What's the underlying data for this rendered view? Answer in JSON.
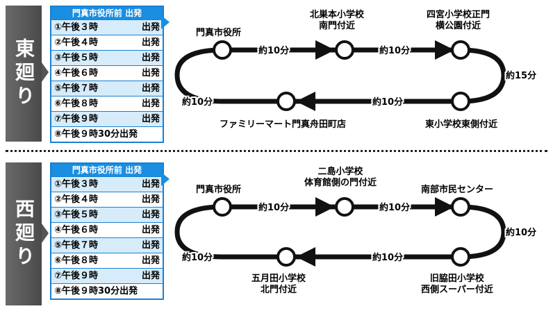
{
  "east": {
    "name": "東廻り",
    "schedule_title": "門真市役所前 出発",
    "departures": [
      {
        "time": "①午後３時",
        "suffix": "出発"
      },
      {
        "time": "②午後４時",
        "suffix": "出発"
      },
      {
        "time": "③午後５時",
        "suffix": "出発"
      },
      {
        "time": "④午後６時",
        "suffix": "出発"
      },
      {
        "time": "⑤午後７時",
        "suffix": "出発"
      },
      {
        "time": "⑥午後８時",
        "suffix": "出発"
      },
      {
        "time": "⑦午後９時",
        "suffix": "出発"
      },
      {
        "time": "⑧午後９時30分出発",
        "suffix": ""
      }
    ],
    "stops": {
      "s1": "門真市役所",
      "s2_line1": "北巣本小学校",
      "s2_line2": "南門付近",
      "s3_line1": "四宮小学校正門",
      "s3_line2": "横公園付近",
      "s4": "東小学校東側付近",
      "s5": "ファミリーマート門真舟田町店"
    },
    "times": {
      "t12": "約10分",
      "t23": "約10分",
      "t34": "約15分",
      "t45": "約10分",
      "t51": "約10分"
    }
  },
  "west": {
    "name": "西廻り",
    "schedule_title": "門真市役所前 出発",
    "departures": [
      {
        "time": "①午後３時",
        "suffix": "出発"
      },
      {
        "time": "②午後４時",
        "suffix": "出発"
      },
      {
        "time": "③午後５時",
        "suffix": "出発"
      },
      {
        "time": "④午後６時",
        "suffix": "出発"
      },
      {
        "time": "⑤午後７時",
        "suffix": "出発"
      },
      {
        "time": "⑥午後８時",
        "suffix": "出発"
      },
      {
        "time": "⑦午後９時",
        "suffix": "出発"
      },
      {
        "time": "⑧午後９時30分出発",
        "suffix": ""
      }
    ],
    "stops": {
      "s1": "門真市役所",
      "s2_line1": "二島小学校",
      "s2_line2": "体育館側の門付近",
      "s3": "南部市民センター",
      "s4_line1": "旧脇田小学校",
      "s4_line2": "西側スーパー付近",
      "s5_line1": "五月田小学校",
      "s5_line2": "北門付近"
    },
    "times": {
      "t12": "約10分",
      "t23": "約10分",
      "t34": "約10分",
      "t45": "約10分",
      "t51": "約10分"
    }
  }
}
